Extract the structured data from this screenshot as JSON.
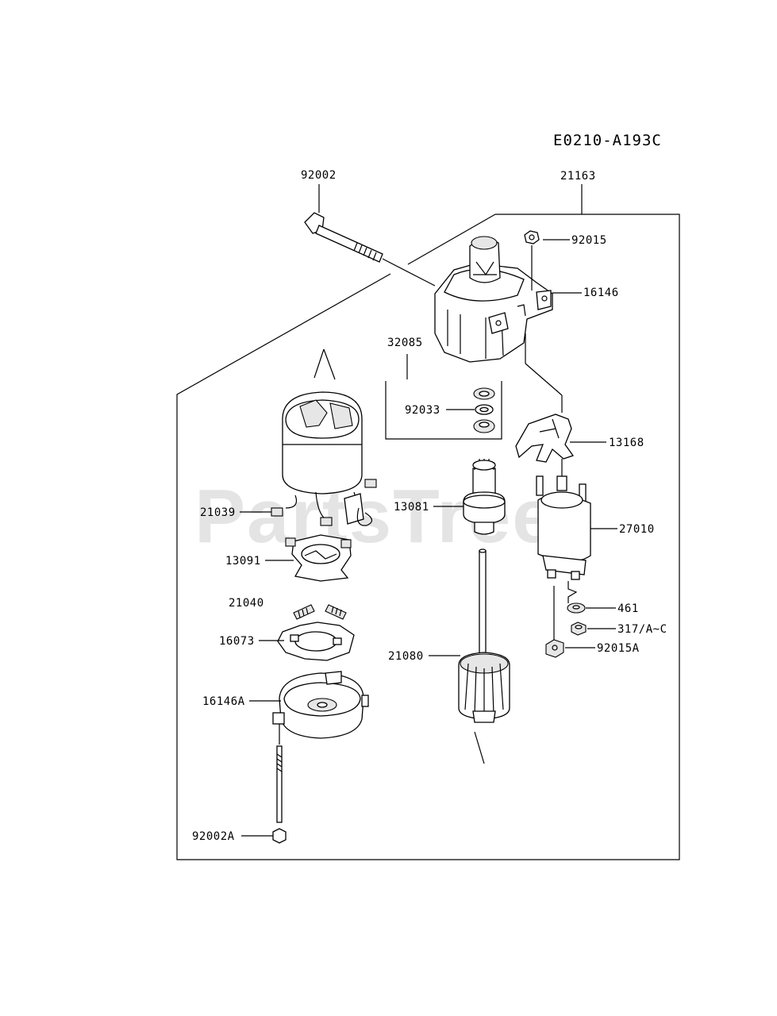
{
  "diagram": {
    "code": "E0210-A193C",
    "watermark": "PartsTree",
    "parts": [
      {
        "id": "p92002",
        "label": "92002",
        "icon": "through-bolt-icon"
      },
      {
        "id": "p21163",
        "label": "21163",
        "icon": "starter-assembly-bracket-icon"
      },
      {
        "id": "p92015",
        "label": "92015",
        "icon": "nut-icon"
      },
      {
        "id": "p16146",
        "label": "16146",
        "icon": "front-housing-icon"
      },
      {
        "id": "p32085",
        "label": "32085",
        "icon": "bracket-group-icon"
      },
      {
        "id": "p92033",
        "label": "92033",
        "icon": "washer-ring-icon"
      },
      {
        "id": "p13168",
        "label": "13168",
        "icon": "shift-lever-icon"
      },
      {
        "id": "p21039",
        "label": "21039",
        "icon": "yoke-brush-icon"
      },
      {
        "id": "p13081",
        "label": "13081",
        "icon": "pinion-gear-icon"
      },
      {
        "id": "p27010",
        "label": "27010",
        "icon": "solenoid-icon"
      },
      {
        "id": "p13091",
        "label": "13091",
        "icon": "brush-holder-icon"
      },
      {
        "id": "p21040",
        "label": "21040",
        "icon": "spring-icon"
      },
      {
        "id": "p461",
        "label": "461",
        "icon": "lock-washer-icon"
      },
      {
        "id": "p317",
        "label": "317/A~C",
        "icon": "washer-icon"
      },
      {
        "id": "p16073",
        "label": "16073",
        "icon": "plate-icon"
      },
      {
        "id": "p92015A",
        "label": "92015A",
        "icon": "nut-icon"
      },
      {
        "id": "p21080",
        "label": "21080",
        "icon": "armature-icon"
      },
      {
        "id": "p16146A",
        "label": "16146A",
        "icon": "rear-cover-icon"
      },
      {
        "id": "p92002A",
        "label": "92002A",
        "icon": "bolt-icon"
      }
    ]
  }
}
